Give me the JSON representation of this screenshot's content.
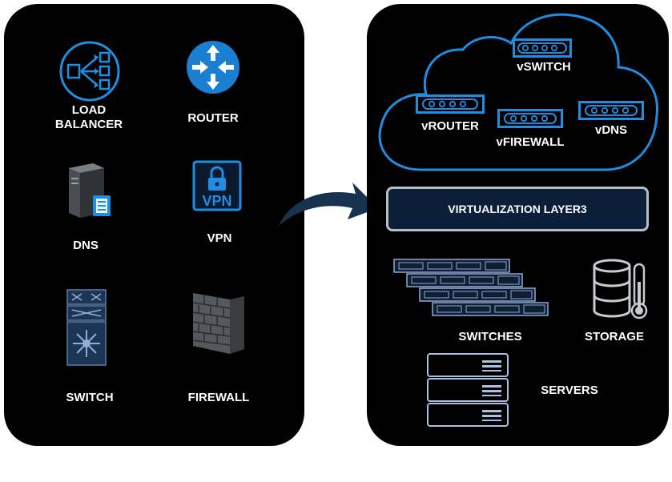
{
  "left_panel": {
    "load_balancer_label": "LOAD\nBALANCER",
    "router_label": "ROUTER",
    "dns_label": "DNS",
    "vpn_label": "VPN",
    "vpn_icon_text": "VPN",
    "switch_label": "SWITCH",
    "firewall_label": "FIREWALL"
  },
  "right_panel": {
    "cloud": {
      "vswitch_label": "vSWITCH",
      "vrouter_label": "vROUTER",
      "vfirewall_label": "vFIREWALL",
      "vdns_label": "vDNS"
    },
    "virtualization_label": "VIRTUALIZATION LAYER3",
    "switches_label": "SWITCHES",
    "storage_label": "STORAGE",
    "servers_label": "SERVERS"
  },
  "colors": {
    "panel_bg": "#000000",
    "accent_blue": "#1f8de0",
    "router_blue": "#1b7fd1",
    "layer_fill": "#0b1e3a",
    "layer_border": "#b8bec6",
    "arrow_blue": "#16324f"
  }
}
